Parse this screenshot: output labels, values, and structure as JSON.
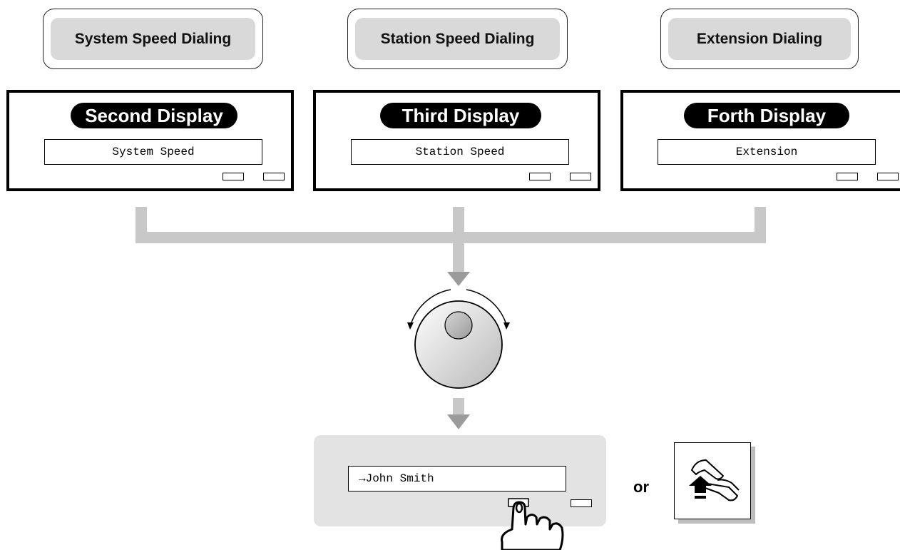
{
  "modes": [
    {
      "button_label": "System Speed Dialing",
      "display_title": "Second Display",
      "lcd_text": "System Speed"
    },
    {
      "button_label": "Station Speed Dialing",
      "display_title": "Third Display",
      "lcd_text": "Station Speed"
    },
    {
      "button_label": "Extension Dialing",
      "display_title": "Forth Display",
      "lcd_text": "Extension"
    }
  ],
  "result": {
    "lcd_text": "→John Smith",
    "or_label": "or"
  },
  "icons": [
    "jog-dial-icon",
    "press-hand-icon",
    "off-hook-icon",
    "arrow-down-icon"
  ],
  "colors": {
    "connector": "#c8c8c8",
    "highlight": "#d9d9d9",
    "panel_bg": "#e3e3e3"
  }
}
